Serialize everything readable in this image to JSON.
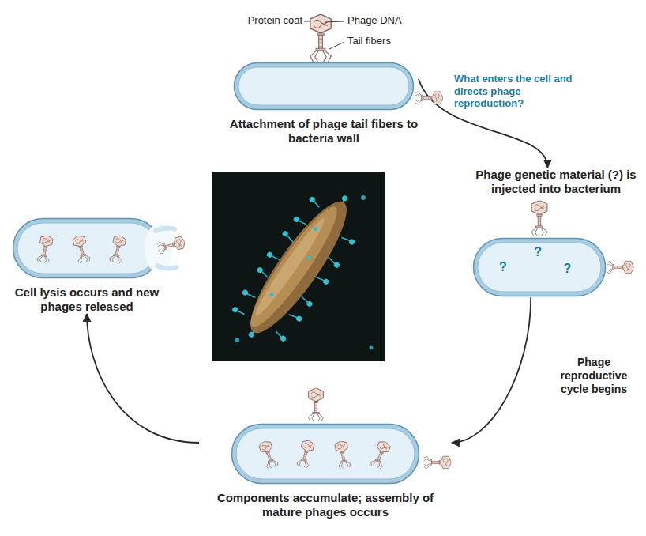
{
  "diagram": {
    "nodes": [
      {
        "text": [
          "Attachment of phage tail fibers to bacteria wall"
        ]
      },
      {
        "text": [
          "Phage genetic material (?) is injected into bacterium",
          "?",
          "?",
          "?"
        ]
      },
      {
        "text": [
          "Components accumulate; assembly of mature phages occurs"
        ]
      },
      {
        "text": [
          "Cell lysis occurs and new phages released"
        ]
      }
    ],
    "edges": [
      {
        "from": 0,
        "to": 1,
        "arrow": "to",
        "label": "What enters the cell and directs phage reproduction?"
      },
      {
        "from": 1,
        "to": 2,
        "arrow": "to",
        "label": "Phage reproductive cycle begins"
      },
      {
        "from": 2,
        "to": 3,
        "arrow": "to"
      }
    ],
    "labels": [
      "Protein coat",
      "Phage DNA",
      "Tail fibers"
    ]
  }
}
